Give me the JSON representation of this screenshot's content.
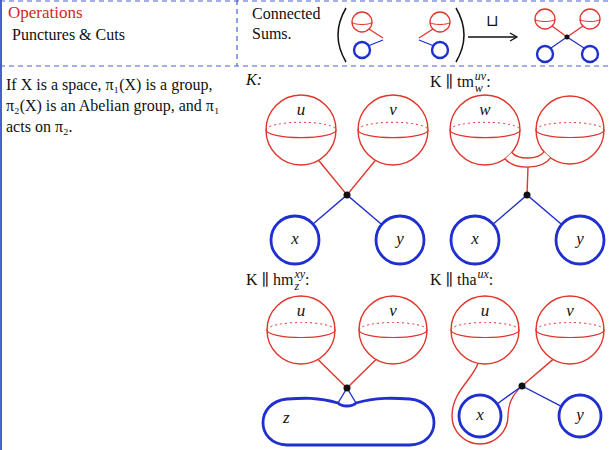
{
  "diagram": {
    "title": "Operations",
    "nodes": [
      {
        "text": [
          "u"
        ]
      },
      {
        "text": [
          "v"
        ]
      },
      {
        "text": [
          "x"
        ]
      },
      {
        "text": [
          "y"
        ]
      },
      {
        "text": [
          "w"
        ]
      },
      {
        "text": [
          "x"
        ]
      },
      {
        "text": [
          "y"
        ]
      },
      {
        "text": [
          "u"
        ]
      },
      {
        "text": [
          "v"
        ]
      },
      {
        "text": [
          "z"
        ]
      },
      {
        "text": [
          "u"
        ]
      },
      {
        "text": [
          "v"
        ]
      },
      {
        "text": [
          "x"
        ]
      },
      {
        "text": [
          "y"
        ]
      }
    ],
    "labels": [
      "Punctures & Cuts",
      "Connected Sums.",
      "⊔",
      "If X is a space, π₁(X) is a group, π₂(X) is an Abelian group, and π₁ acts on π₂.",
      "K:",
      "K ∥ tm",
      "uv",
      "w",
      ":",
      "K ∥ hm",
      "xy",
      "z",
      ":",
      "K ∥ tha",
      "ux",
      ":"
    ]
  }
}
